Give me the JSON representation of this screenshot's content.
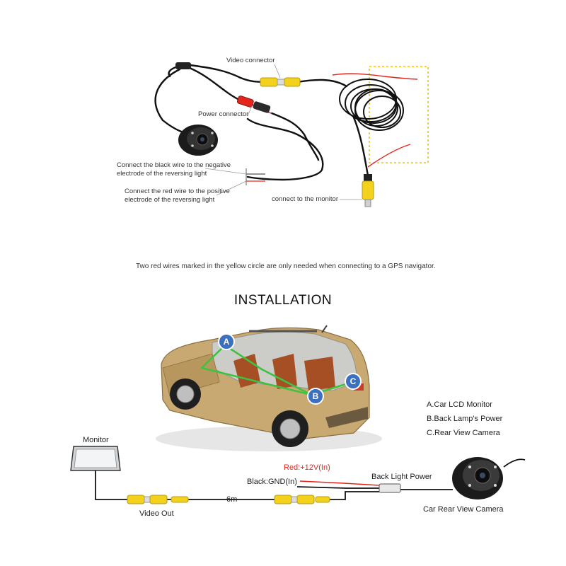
{
  "top_diagram": {
    "video_connector": "Video connector",
    "power_connector": "Power connector",
    "black_wire_line1": "Connect the black wire to the negative",
    "black_wire_line2": "electrode of the reversing light",
    "red_wire_line1": "Connect the red wire to the positive",
    "red_wire_line2": "electrode of the reversing light",
    "monitor_connect": "connect to the monitor",
    "note": "Two red wires marked in the yellow circle are only needed when connecting to a GPS navigator."
  },
  "installation": {
    "title": "INSTALLATION",
    "markers": [
      "A",
      "B",
      "C"
    ],
    "legend": [
      "A.Car LCD Monitor",
      "B.Back Lamp's Power",
      "C.Rear View Camera"
    ]
  },
  "wiring": {
    "monitor": "Monitor",
    "video_out": "Video Out",
    "length": "6m",
    "red_power": "Red:+12V(In)",
    "black_ground": "Black:GND(In)",
    "back_light_power": "Back Light Power",
    "camera": "Car Rear View Camera"
  },
  "colors": {
    "rca_yellow": "#f2d21b",
    "wire_red": "#e3261b",
    "marker_blue": "#3b6fc0",
    "highlight_box": "#f2c500",
    "path_green": "#3fc23f"
  }
}
